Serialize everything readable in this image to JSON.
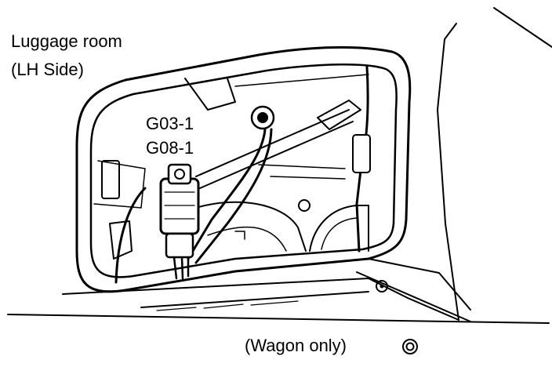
{
  "labels": {
    "location_line1": "Luggage room",
    "location_line2": "(LH Side)",
    "connector_1": "G03-1",
    "connector_2": "G08-1",
    "footnote": "(Wagon only)"
  },
  "colors": {
    "ink": "#000000",
    "paper": "#ffffff",
    "shade": "#d8d8d8"
  },
  "icons": {
    "footnote_symbol": "circled-symbol-icon"
  }
}
